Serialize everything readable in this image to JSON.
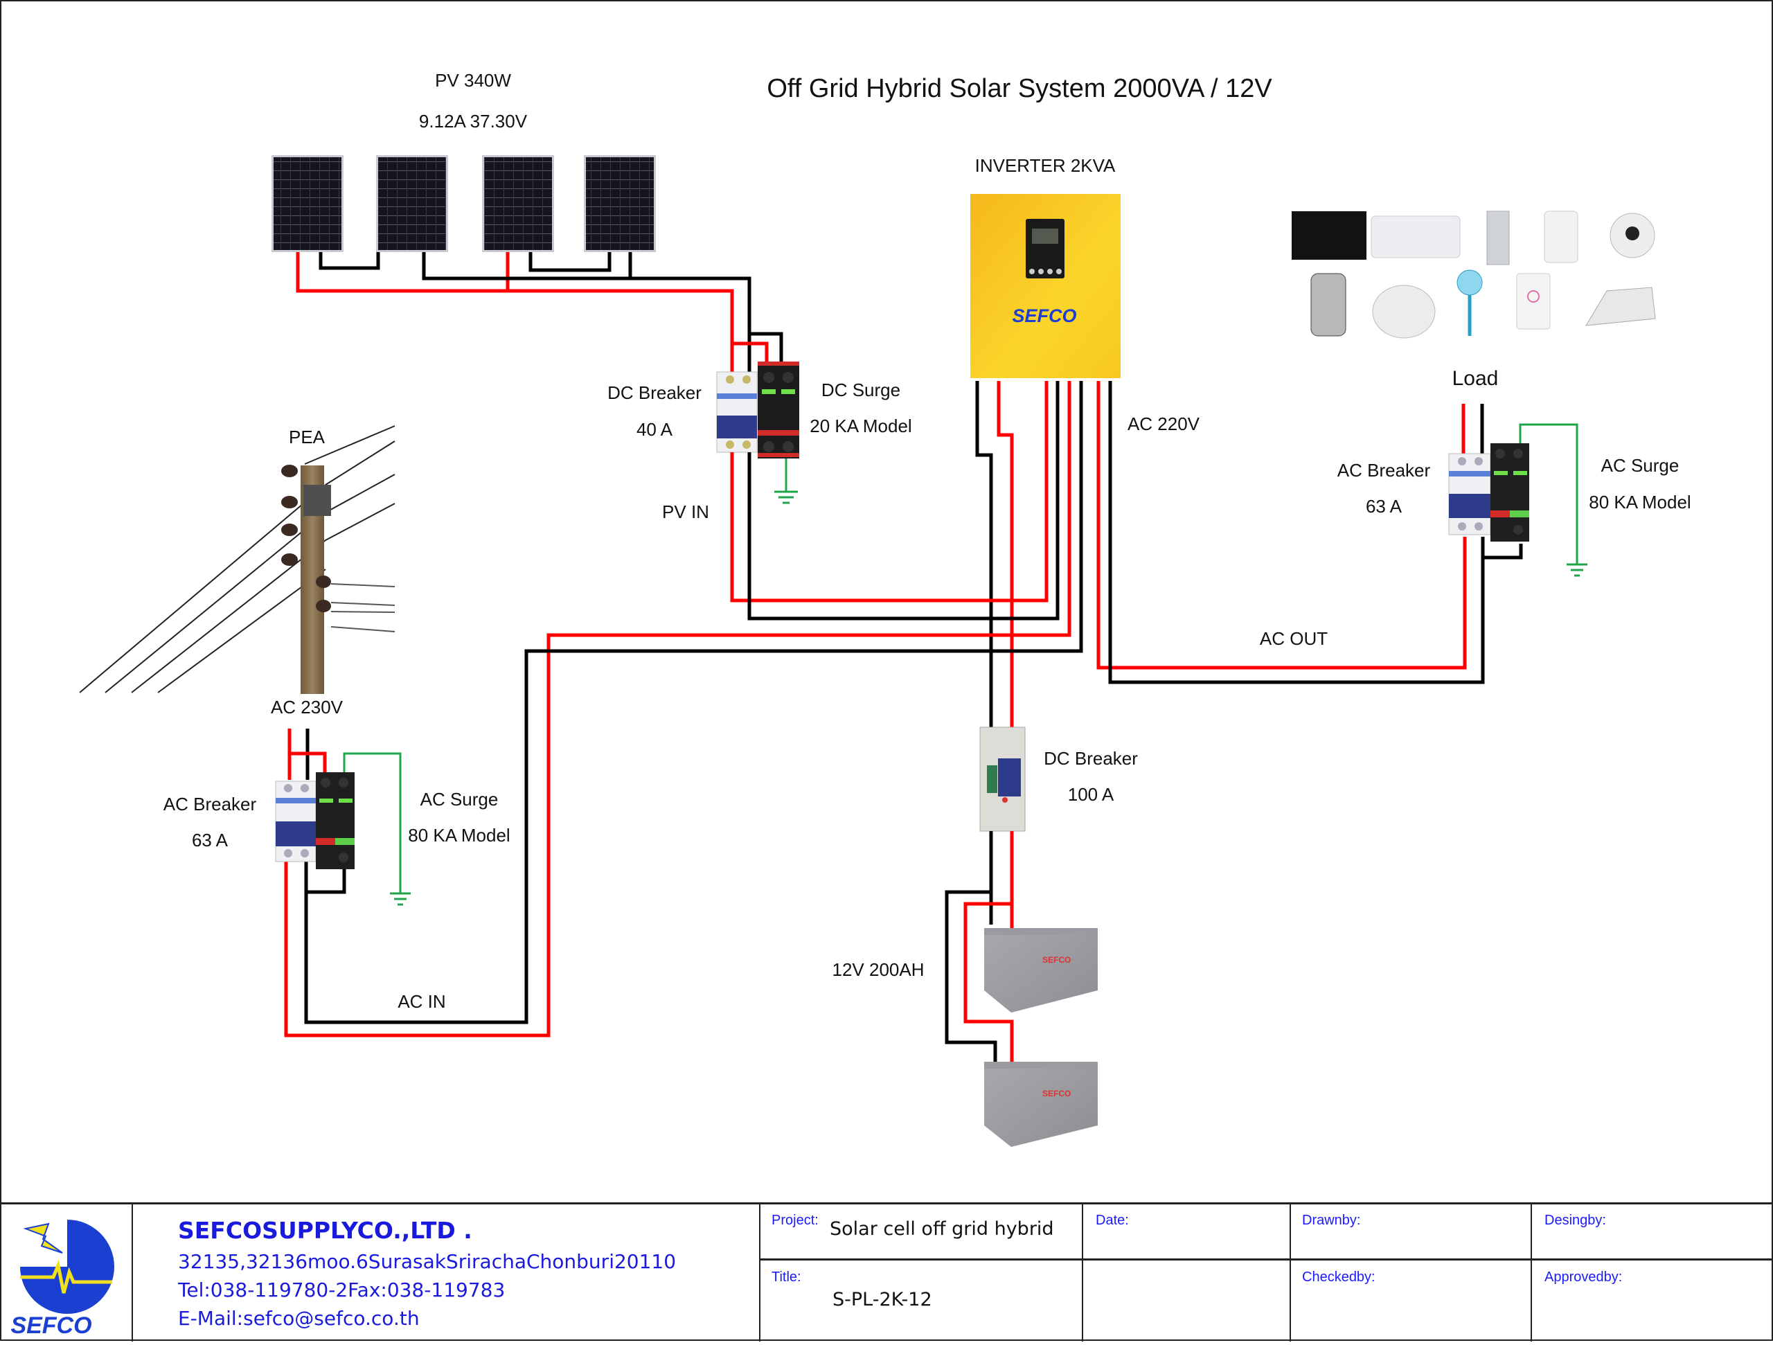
{
  "diagram": {
    "title": "Off Grid Hybrid Solar System 2000VA / 12V",
    "pv": {
      "label": "PV 340W",
      "specs": "9.12A  37.30V",
      "panel_count": 4
    },
    "inverter": {
      "label": "INVERTER 2KVA",
      "brand": "SEFCO"
    },
    "dc_breaker_pv": {
      "name": "DC Breaker",
      "rating": "40 A"
    },
    "dc_surge": {
      "name": "DC Surge",
      "rating": "20 KA Model"
    },
    "pv_in_label": "PV IN",
    "ac_220_label": "AC 220V",
    "load": {
      "label": "Load",
      "appliances": [
        "TV",
        "Air conditioner",
        "Refrigerator",
        "Air purifier",
        "Washing machine",
        "Water boiler",
        "Rice cooker",
        "Fan",
        "Water heater",
        "Iron"
      ]
    },
    "ac_breaker_out": {
      "name": "AC Breaker",
      "rating": "63 A"
    },
    "ac_surge_out": {
      "name": "AC Surge",
      "rating": "80 KA Model"
    },
    "ac_out_label": "AC OUT",
    "grid": {
      "label": "PEA",
      "voltage": "AC 230V"
    },
    "ac_breaker_in": {
      "name": "AC Breaker",
      "rating": "63 A"
    },
    "ac_surge_in": {
      "name": "AC Surge",
      "rating": "80 KA Model"
    },
    "ac_in_label": "AC IN",
    "dc_breaker_batt": {
      "name": "DC Breaker",
      "rating": "100 A"
    },
    "battery": {
      "label": "12V 200AH",
      "brand": "SEFCO",
      "count": 2
    },
    "colors": {
      "positive": "#ff0000",
      "negative": "#000000",
      "ground": "#1fa64a",
      "inverter": "#f7c81e",
      "brand_blue": "#1a3fd1"
    }
  },
  "title_block": {
    "company": "SEFCOSUPPLYCO.,LTD    .",
    "address": "32135,32136moo.6SurasakSrirachaChonburi20110",
    "phone": "Tel:038-119780-2Fax:038-119783",
    "email": "E-Mail:sefco@sefco.co.th",
    "logo_text": "SEFCO",
    "project_label": "Project:",
    "project_value": "Solar cell off grid hybrid",
    "title_label": "Title:",
    "title_value": "S-PL-2K-12",
    "date_label": "Date:",
    "drawnby_label": "Drawnby:",
    "desingby_label": "Desingby:",
    "checkedby_label": "Checkedby:",
    "approvedby_label": "Approvedby:"
  }
}
